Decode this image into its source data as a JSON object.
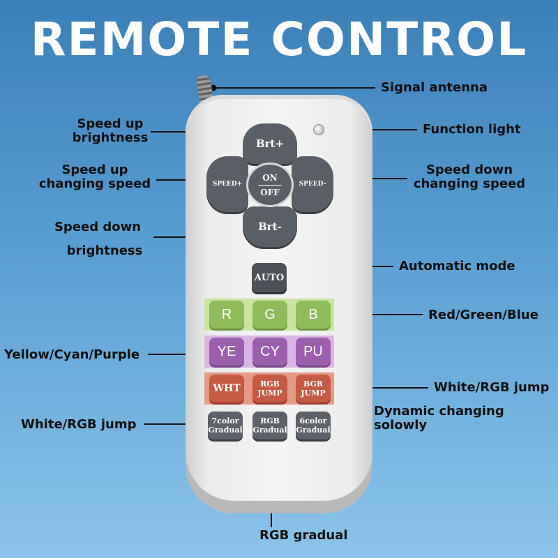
{
  "title": "REMOTE CONTROL",
  "labels": {
    "signal_antenna": "Signal antenna",
    "function_light": "Function light",
    "speed_up_brightness_1": "Speed up",
    "speed_up_brightness_2": "brightness",
    "speed_up_changing_1": "Speed up",
    "speed_up_changing_2": "changing speed",
    "speed_down_changing_1": "Speed down",
    "speed_down_changing_2": "changing speed",
    "speed_down_brightness_1": "Speed down",
    "speed_down_brightness_2": "brightness",
    "automatic_mode": "Automatic mode",
    "red_green_blue": "Red/Green/Blue",
    "yellow_cyan_purple": "Yellow/Cyan/Purple",
    "white_rgb_jump_right": "White/RGB jump",
    "white_rgb_jump_left": "White/RGB jump",
    "dynamic_1": "Dynamic changing",
    "dynamic_2": "solowly",
    "rgb_gradual": "RGB gradual"
  },
  "buttons": {
    "brt_up": "Brt+",
    "brt_down": "Brt-",
    "speed_up": "SPEED+",
    "speed_down": "SPEED-",
    "on": "ON",
    "off": "OFF",
    "auto": "AUTO",
    "r": "R",
    "g": "G",
    "b": "B",
    "ye": "YE",
    "cy": "CY",
    "pu": "PU",
    "wht": "WHT",
    "rgb_jump_1": "RGB",
    "rgb_jump_2": "JUMP",
    "bgr_jump_1": "BGR",
    "bgr_jump_2": "JUMP",
    "color7_1": "7color",
    "color7_2": "Gradual",
    "rgb_grad_1": "RGB",
    "rgb_grad_2": "Gradual",
    "color6_1": "6color",
    "color6_2": "Gradual"
  }
}
